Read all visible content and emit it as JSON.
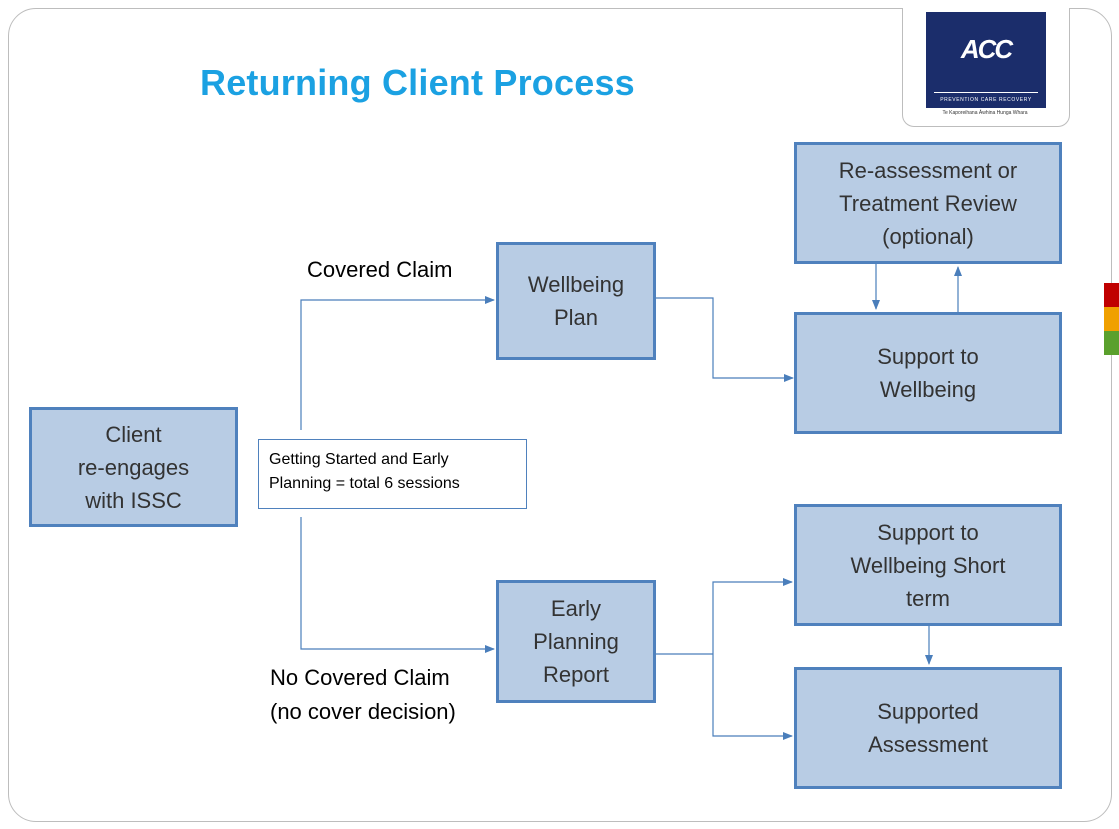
{
  "title": "Returning Client Process",
  "logo": {
    "mark": "ACC",
    "tagline": "PREVENTION CARE RECOVERY",
    "subtitle": "Te Kaporeihana Āwhina Hunga Whara"
  },
  "nodes": {
    "client": "Client\nre-engages\nwith ISSC",
    "wellbeing_plan": "Wellbeing\nPlan",
    "early_planning": "Early\nPlanning\nReport",
    "reassessment": "Re-assessment or\nTreatment Review\n(optional)",
    "support_wellbeing": "Support to\nWellbeing",
    "support_short": "Support to\nWellbeing Short\nterm",
    "supported_assessment": "Supported\nAssessment"
  },
  "note": "Getting Started and Early\nPlanning = total 6 sessions",
  "edge_labels": {
    "covered": "Covered Claim",
    "no_covered": "No Covered Claim\n(no cover decision)"
  },
  "colors": {
    "title": "#1ba1e2",
    "box_fill": "#b8cce4",
    "box_border": "#4f81bd",
    "connector": "#4a7ebb",
    "logo_bg": "#1b2d6b",
    "side_bars": [
      "#c00000",
      "#f0a000",
      "#5aa02c"
    ]
  }
}
